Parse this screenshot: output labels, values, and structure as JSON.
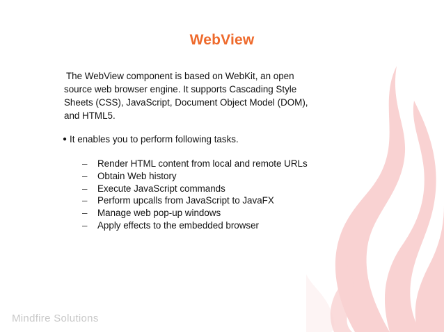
{
  "slide": {
    "title": "WebView",
    "paragraph": "The WebView component is based on WebKit, an open source web browser engine. It supports Cascading Style Sheets (CSS), JavaScript, Document Object Model (DOM), and HTML5.",
    "bullet": "It enables you to perform following tasks.",
    "tasks": [
      "Render HTML content from local and remote URLs",
      "Obtain Web history",
      "Execute JavaScript commands",
      "Perform upcalls from JavaScript to JavaFX",
      "Manage web pop-up windows",
      "Apply effects to the embedded browser"
    ],
    "brand": "Mindfire Solutions"
  },
  "colors": {
    "title": "#ee6a2c",
    "flame": "#f9d2d2",
    "brand": "#c8c8c8"
  },
  "icons": {
    "background": "flame-decoration-icon",
    "bullet": "bullet-dot-icon",
    "sub_bullet": "dash-icon"
  }
}
